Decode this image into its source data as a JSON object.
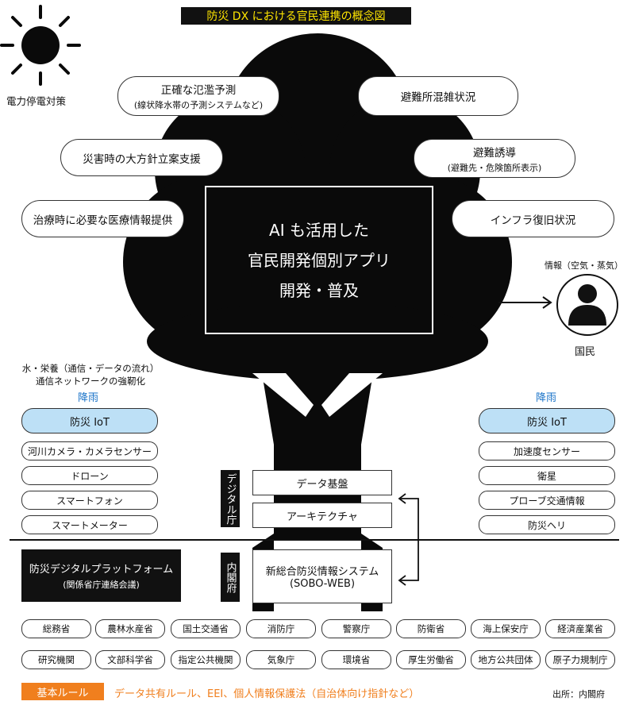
{
  "title": "防災 DX における官民連携の概念図",
  "sun_label": "電力停電対策",
  "left_pills": [
    {
      "main": "正確な氾濫予測",
      "sub": "(線状降水帯の予測システムなど)"
    },
    {
      "main": "災害時の大方針立案支援",
      "sub": ""
    },
    {
      "main": "治療時に必要な医療情報提供",
      "sub": ""
    }
  ],
  "right_pills": [
    {
      "main": "避難所混雑状況",
      "sub": ""
    },
    {
      "main": "避難誘導",
      "sub": "(避難先・危険箇所表示)"
    },
    {
      "main": "インフラ復旧状況",
      "sub": ""
    }
  ],
  "center": {
    "line1": "AI も活用した",
    "line2": "官民開発個別アプリ",
    "line3": "開発・普及"
  },
  "citizen": {
    "info": "情報（空気・蒸気）",
    "label": "国民"
  },
  "water": {
    "line1": "水・栄養（通信・データの流れ）",
    "line2": "通信ネットワークの強靭化"
  },
  "rain_label": "降雨",
  "left_iot": {
    "title": "防災 IoT",
    "items": [
      "河川カメラ・カメラセンサー",
      "ドローン",
      "スマートフォン",
      "スマートメーター"
    ]
  },
  "right_iot": {
    "title": "防災 IoT",
    "items": [
      "加速度センサー",
      "衛星",
      "プローブ交通情報",
      "防災ヘリ"
    ]
  },
  "digital_agency": {
    "label": "デジタル庁",
    "boxes": [
      "データ基盤",
      "アーキテクチャ"
    ]
  },
  "cabinet_office": {
    "label": "内閣府",
    "box_line1": "新総合防災情報システム",
    "box_line2": "(SOBO-WEB)"
  },
  "platform": {
    "title": "防災デジタルプラットフォーム",
    "sub": "(関係省庁連絡会議)"
  },
  "ministries_row1": [
    "総務省",
    "農林水産省",
    "国土交通省",
    "消防庁",
    "警察庁",
    "防衛省",
    "海上保安庁",
    "経済産業省"
  ],
  "ministries_row2": [
    "研究機関",
    "文部科学省",
    "指定公共機関",
    "気象庁",
    "環境省",
    "厚生労働省",
    "地方公共団体",
    "原子力規制庁"
  ],
  "rule": {
    "badge": "基本ルール",
    "text": "データ共有ルール、EEI、個人情報保護法（自治体向け指針など）"
  },
  "source": "出所：内閣府",
  "colors": {
    "accent_yellow": "#ffe600",
    "iot_blue": "#bde0f6",
    "rain_blue": "#1a73c8",
    "rule_orange": "#f07f1e"
  }
}
